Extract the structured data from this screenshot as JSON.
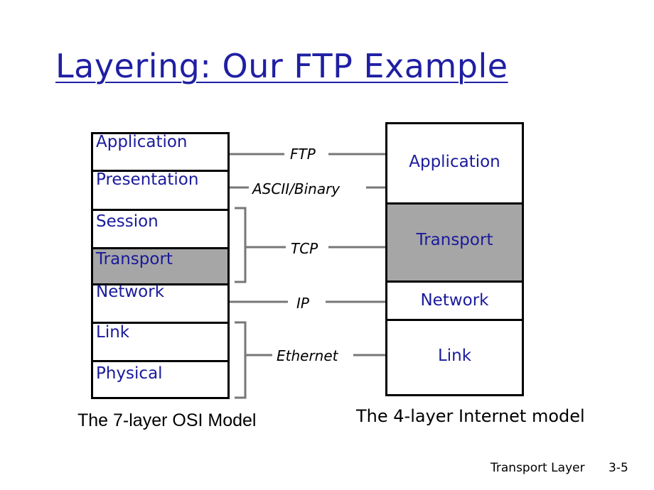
{
  "title": "Layering: Our FTP Example",
  "osi_model": {
    "layers": [
      "Application",
      "Presentation",
      "Session",
      "Transport",
      "Network",
      "Link",
      "Physical"
    ],
    "caption": "The 7-layer OSI Model"
  },
  "internet_model": {
    "layers": [
      "Application",
      "Transport",
      "Network",
      "Link"
    ],
    "caption": "The 4-layer Internet model"
  },
  "connectors": [
    "FTP",
    "ASCII/Binary",
    "TCP",
    "IP",
    "Ethernet"
  ],
  "highlight_color": "#a6a6a6",
  "footer": {
    "section": "Transport Layer",
    "page": "3-5"
  }
}
